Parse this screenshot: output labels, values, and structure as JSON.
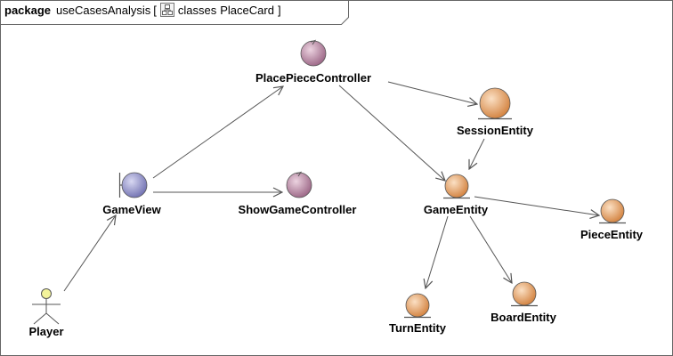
{
  "frame": {
    "keyword": "package",
    "name": "useCasesAnalysis",
    "open_bracket": "[",
    "diagram_kind": "classes",
    "diagram_name": "PlaceCard",
    "close_bracket": "]"
  },
  "nodes": {
    "player": "Player",
    "game_view": "GameView",
    "show_game_controller": "ShowGameController",
    "place_piece_controller": "PlacePieceController",
    "session_entity": "SessionEntity",
    "game_entity": "GameEntity",
    "piece_entity": "PieceEntity",
    "turn_entity": "TurnEntity",
    "board_entity": "BoardEntity"
  },
  "colors": {
    "boundary": "#8c8cc6",
    "control": "#b98aa6",
    "entity": "#e7a86e",
    "line": "#555555"
  }
}
